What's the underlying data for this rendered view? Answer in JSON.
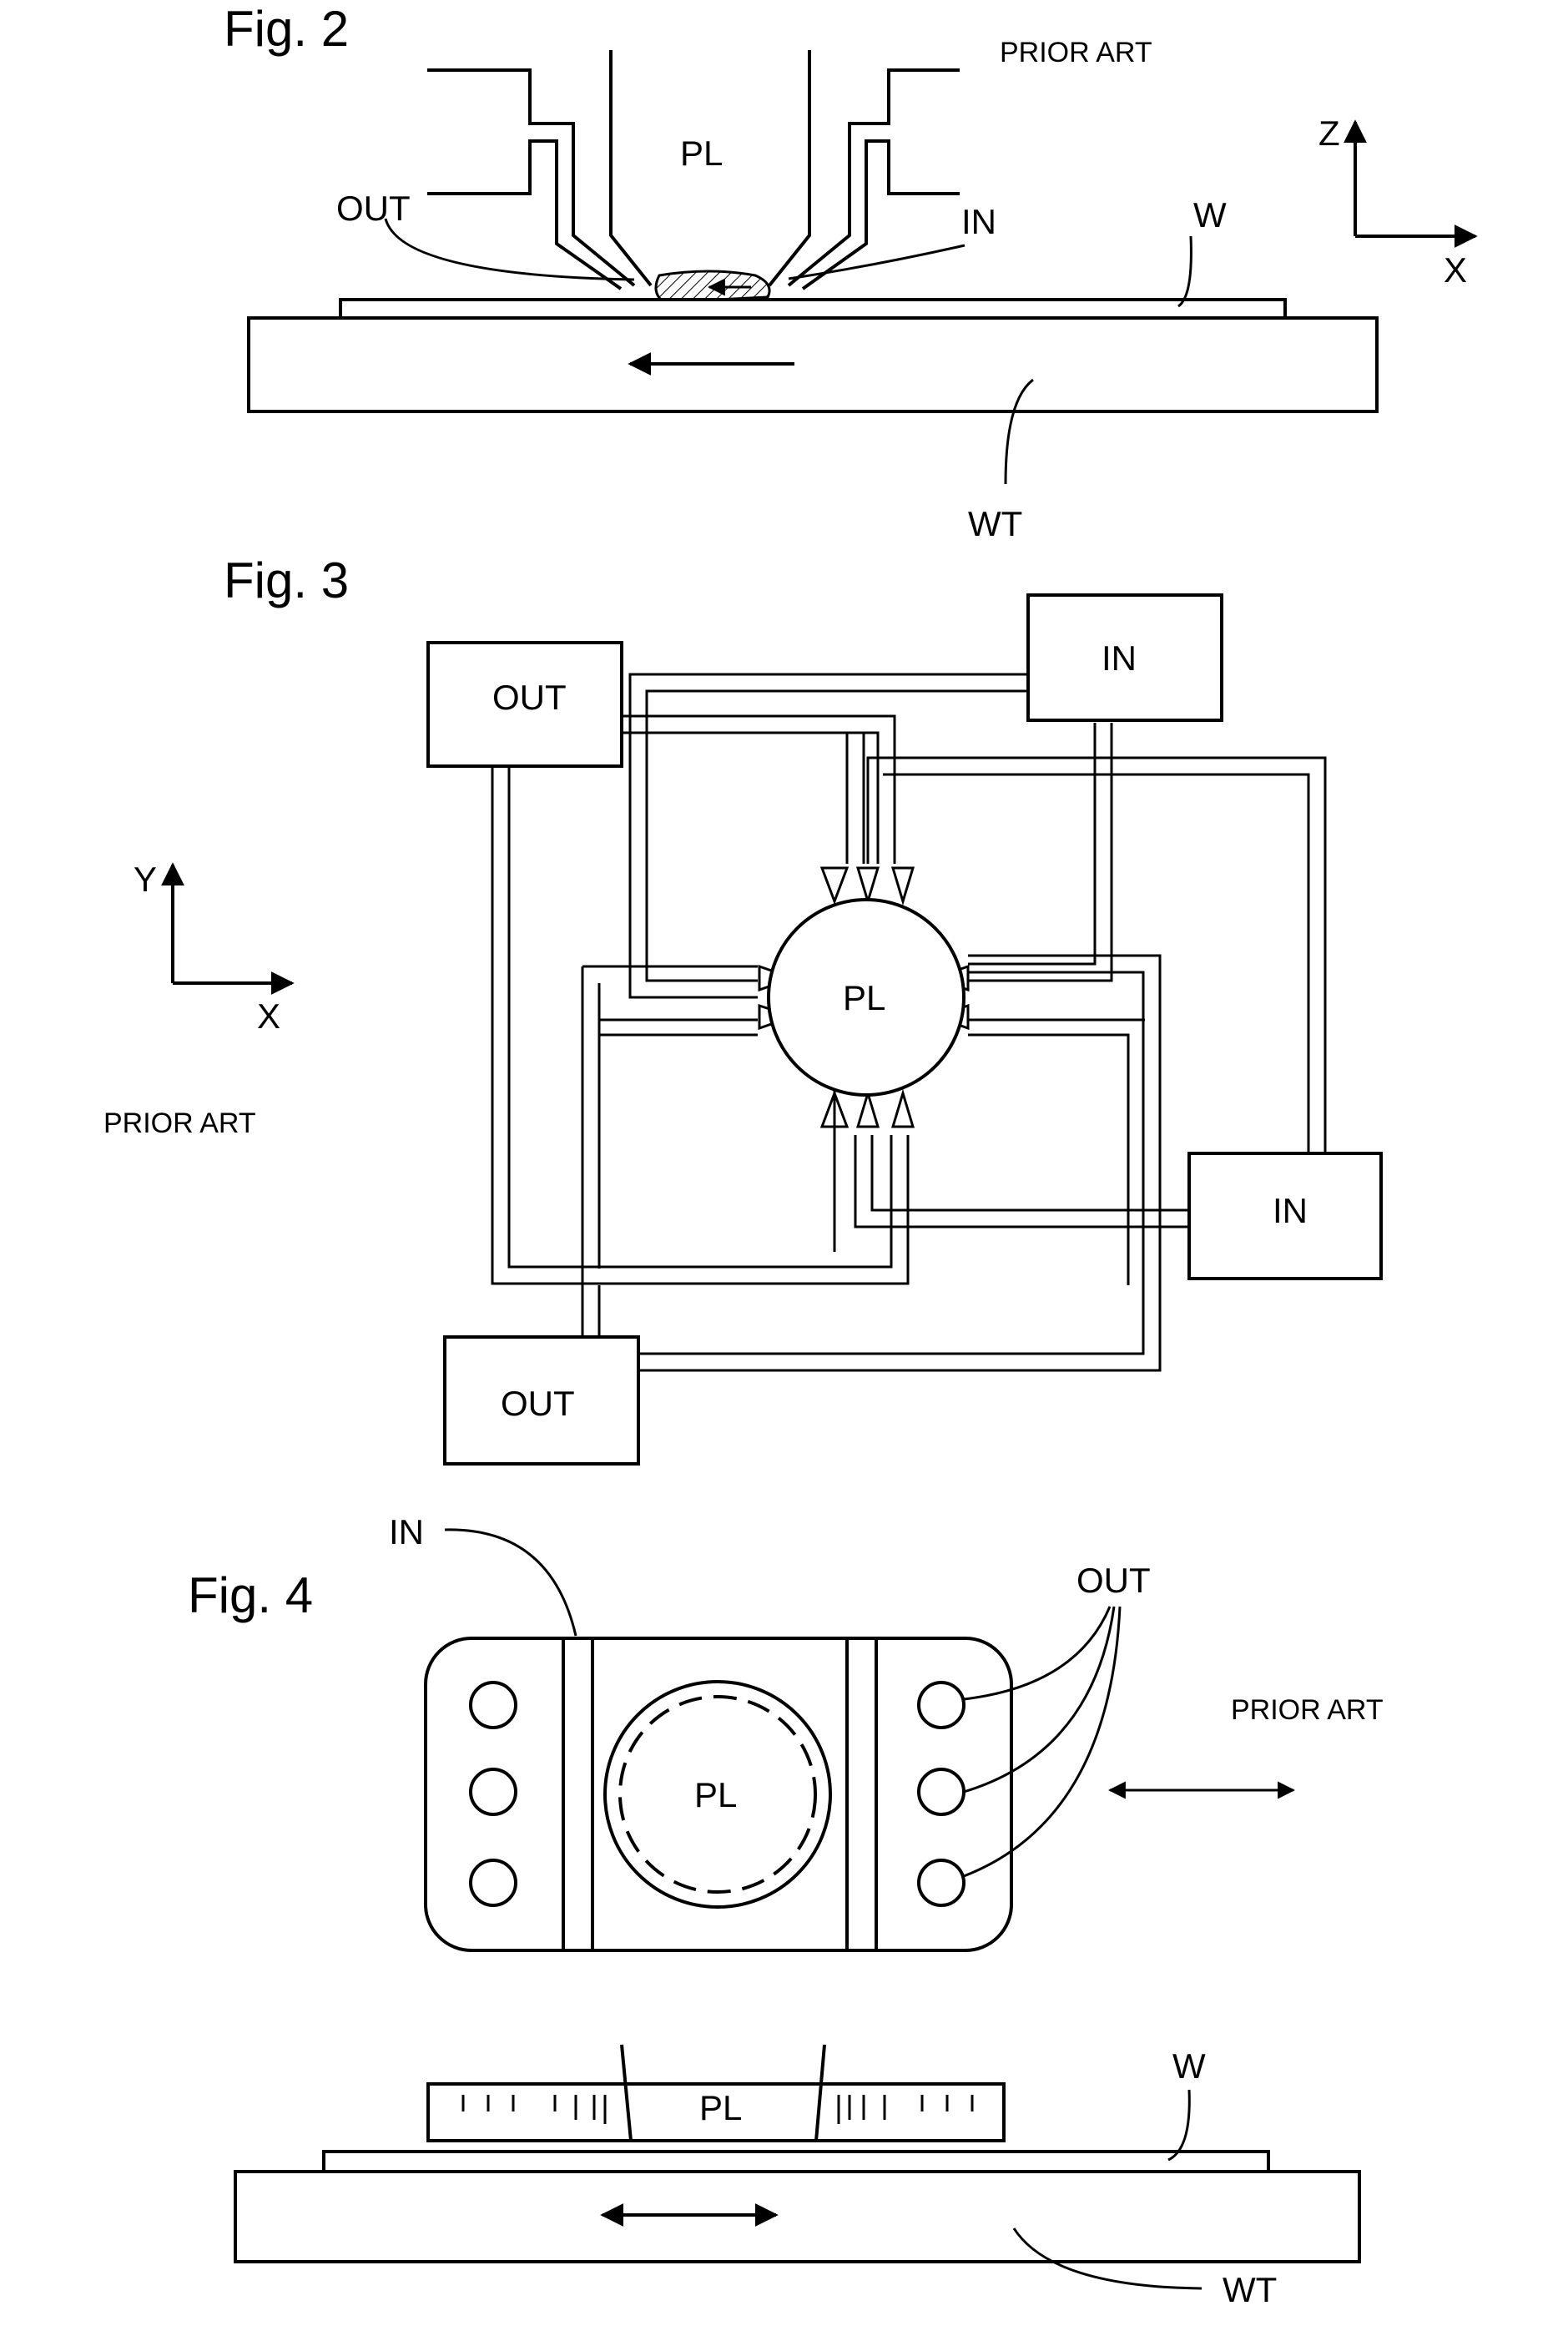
{
  "fig2": {
    "title": "Fig. 2",
    "prior_art": "PRIOR ART",
    "labels": {
      "pl": "PL",
      "out": "OUT",
      "in": "IN",
      "w": "W",
      "wt": "WT"
    },
    "axes": {
      "z": "Z",
      "x": "X"
    }
  },
  "fig3": {
    "title": "Fig. 3",
    "prior_art": "PRIOR ART",
    "labels": {
      "pl": "PL",
      "out_top": "OUT",
      "out_bottom": "OUT",
      "in_top": "IN",
      "in_right": "IN"
    },
    "axes": {
      "y": "Y",
      "x": "X"
    }
  },
  "fig4": {
    "title": "Fig. 4",
    "prior_art": "PRIOR ART",
    "labels": {
      "in": "IN",
      "out": "OUT",
      "pl_top": "PL",
      "pl_side": "PL",
      "w": "W",
      "wt": "WT"
    }
  }
}
